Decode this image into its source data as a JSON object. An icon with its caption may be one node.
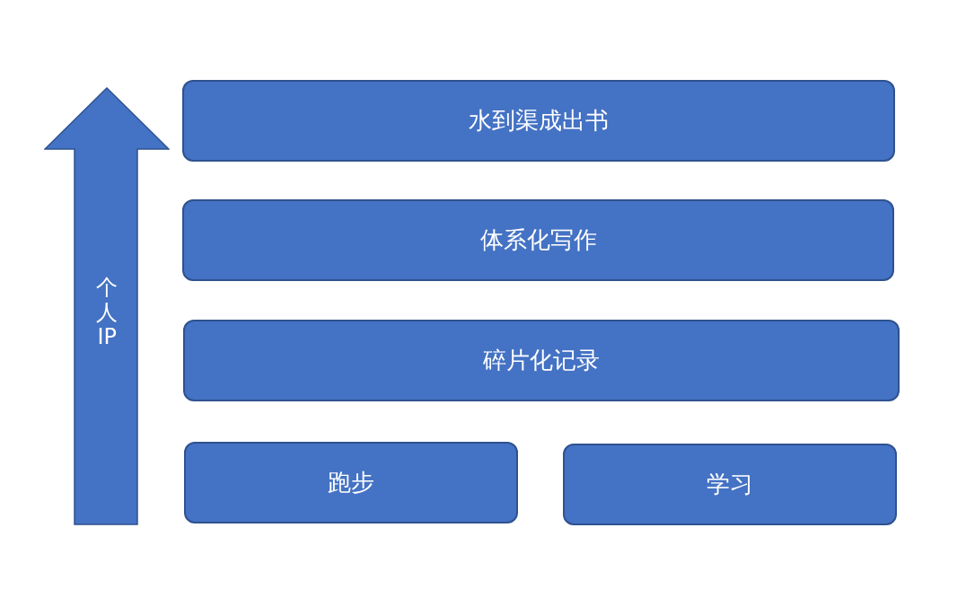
{
  "diagram": {
    "nodes": [
      {
        "text": [
          "个人IP"
        ]
      },
      {
        "text": [
          "水到渠成出书"
        ]
      },
      {
        "text": [
          "体系化写作"
        ]
      },
      {
        "text": [
          "碎片化记录"
        ]
      },
      {
        "text": [
          "跑步"
        ]
      },
      {
        "text": [
          "学习"
        ]
      }
    ]
  }
}
